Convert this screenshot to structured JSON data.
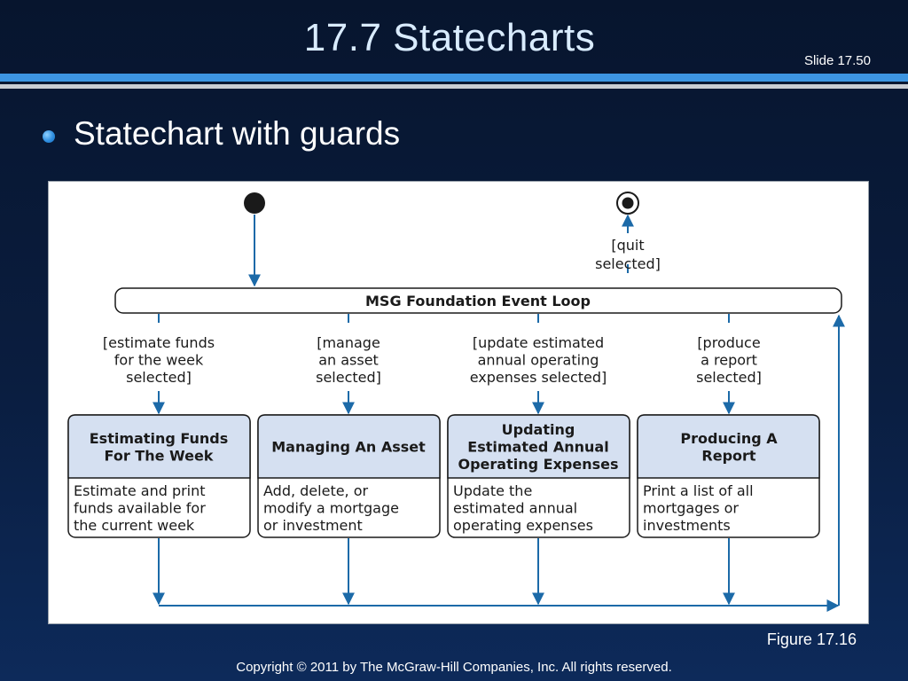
{
  "slide": {
    "title": "17.7  Statecharts",
    "slide_number": "Slide 17.50",
    "bullet": "Statechart with guards",
    "figure_label": "Figure 17.16",
    "copyright": "Copyright © 2011 by The McGraw-Hill Companies, Inc.  All rights reserved."
  },
  "colors": {
    "arrow": "#1c6aa8",
    "state_header": "#d5e0f1",
    "bullet": "#2f8fe0"
  },
  "diagram": {
    "event_loop": "MSG Foundation Event Loop",
    "quit_guard": [
      "[quit",
      "selected]"
    ],
    "guards": [
      [
        "[estimate funds",
        "for the week",
        "selected]"
      ],
      [
        "[manage",
        "an asset",
        "selected]"
      ],
      [
        "[update estimated",
        "annual operating",
        "expenses selected]"
      ],
      [
        "[produce",
        "a report",
        "selected]"
      ]
    ],
    "states": [
      {
        "title": [
          "Estimating Funds",
          "For The Week"
        ],
        "body": [
          "Estimate and print",
          "funds available for",
          "the current week"
        ]
      },
      {
        "title": [
          "Managing An Asset"
        ],
        "body": [
          "Add, delete, or",
          "modify a mortgage",
          "or investment"
        ]
      },
      {
        "title": [
          "Updating",
          "Estimated Annual",
          "Operating Expenses"
        ],
        "body": [
          "Update the",
          "estimated annual",
          "operating expenses"
        ]
      },
      {
        "title": [
          "Producing A",
          "Report"
        ],
        "body": [
          "Print a list of all",
          "mortgages or",
          "investments"
        ]
      }
    ]
  }
}
